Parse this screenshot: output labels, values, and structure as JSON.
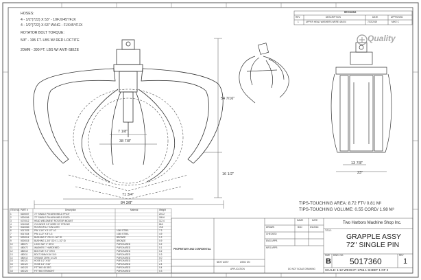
{
  "notes": {
    "hoses_title": "HOSES:",
    "hose_1": "4 - 1/2\"(722) X 53\" - 10FJX45°/FJX",
    "hose_2": "4 - 1/2\"(722) X 63\" W/HG - FJX45°/FJX",
    "torque_title": "ROTATOR BOLT TORQUE:",
    "torque_1": "5/8\" - 195 FT. LBS W/ RED LOCTITE",
    "torque_2": "20MM - 390 FT. LBS W/ ANTI-SEIZE"
  },
  "dimensions": {
    "height": "54 7/16\"",
    "inner_1": "7 1/8\"",
    "inner_2": "38 7/8\"",
    "base_height": "16 1/2\"",
    "width_inner": "71 3/4\"",
    "width_outer": "84 3/8\"",
    "side_inner": "13 7/8\"",
    "side_outer": "23\""
  },
  "tips_notes": {
    "area": "TIPS-TOUCHING AREA: 8.72 FT²/ 0.81 M²",
    "volume": "TIPS-TOUCHING VOLUME: 0.55 CORD/ 1.98 M³"
  },
  "logo_text": "Quality",
  "revisions": {
    "title": "REVISIONS",
    "headers": [
      "REV",
      "DESCRIPTION",
      "DATE",
      "APPROVED"
    ],
    "row": [
      "1",
      "UPPER HEAD WASHERS WERE 4/4/4/4",
      "7/22/2019",
      "MIKE C"
    ]
  },
  "title_block": {
    "company": "Two Harbors Machine Shop Inc.",
    "title_label": "TITLE:",
    "title_line1": "GRAPPLE ASSY",
    "title_line2": "72\" SINGLE PIN",
    "size_label": "SIZE",
    "size": "B",
    "dwg_label": "DWG. NO.",
    "dwg_no": "5017360",
    "rev_label": "REV",
    "rev": "1",
    "scale_line": "SCALE: 1:12 WEIGHT: 1756.1 SHEET 1 OF 2",
    "name_header": "NAME",
    "date_header": "DATE",
    "drawn_label": "DRAWN",
    "drawn_name": "BCD",
    "drawn_date": "5/1/2016",
    "checked_label": "CHECKED",
    "eng_label": "ENG APPR.",
    "mfg_label": "MFG APPR.",
    "proprietary": "PROPRIETARY AND CONFIDENTIAL",
    "next_assy": "NEXT ASSY",
    "used_on": "USED ON",
    "application": "APPLICATION",
    "do_not_scale": "DO NOT SCALE DRAWING"
  },
  "bom": {
    "headers": [
      "ITEM NO.",
      "PART #",
      "Description",
      "Material",
      "Weight"
    ],
    "rows": [
      [
        "1",
        "5200007",
        "72\" SINGLE PIN ARM WELD PIVOT",
        "",
        "201.2"
      ],
      [
        "2",
        "5200006",
        "72\" SINGLE PIN ARM WELD FIXED",
        "",
        "185.6"
      ],
      [
        "3",
        "5170012",
        "HEAD WELDMENT ROTATOR MOUNT",
        "",
        "112.4"
      ],
      [
        "4",
        "5010062",
        "CYLINDER 3.5\" BORE 20\" STROKE",
        "",
        "86.3"
      ],
      [
        "5",
        "5010063",
        "ROTATOR 12 TON CONT.",
        "",
        "74.5"
      ],
      [
        "6",
        "5017025",
        "PIN 1-3/4\" X 9 1/2\" LG",
        "1045 STEEL",
        "7.3"
      ],
      [
        "7",
        "5017024",
        "PIN 1-1/2\" X 8\" LG",
        "1045 STEEL",
        "4.9"
      ],
      [
        "8",
        "5000014",
        "BUSHING 2\" OD X 1-3/4\" ID",
        "BRONZE",
        "1.2"
      ],
      [
        "9",
        "5000015",
        "BUSHING 1-3/4\" OD X 1-1/2\" ID",
        "BRONZE",
        "0.9"
      ],
      [
        "10",
        "480071",
        "LOCK NUT 1\" GR 8",
        "PURCHASED",
        "0.2"
      ],
      [
        "11",
        "480072",
        "WASHER 1\" HARDENED",
        "PURCHASED",
        "0.1"
      ],
      [
        "12",
        "480010",
        "BOLT 5/8\" X 2\" GR 8",
        "PURCHASED",
        "0.2"
      ],
      [
        "13",
        "480011",
        "BOLT 20MM X 60 10.9",
        "PURCHASED",
        "0.3"
      ],
      [
        "14",
        "480012",
        "GREASE ZERK 1/4-28",
        "PURCHASED",
        "0.0"
      ],
      [
        "15",
        "440121",
        "HOSE 1/2\" X 53\"",
        "PURCHASED",
        "2.1"
      ],
      [
        "16",
        "440122",
        "HOSE 1/2\" X 63\"",
        "PURCHASED",
        "2.4"
      ],
      [
        "17",
        "440123",
        "FITTING 45 DEG",
        "PURCHASED",
        "0.4"
      ],
      [
        "18",
        "440124",
        "FITTING STRAIGHT",
        "PURCHASED",
        "0.3"
      ]
    ]
  }
}
